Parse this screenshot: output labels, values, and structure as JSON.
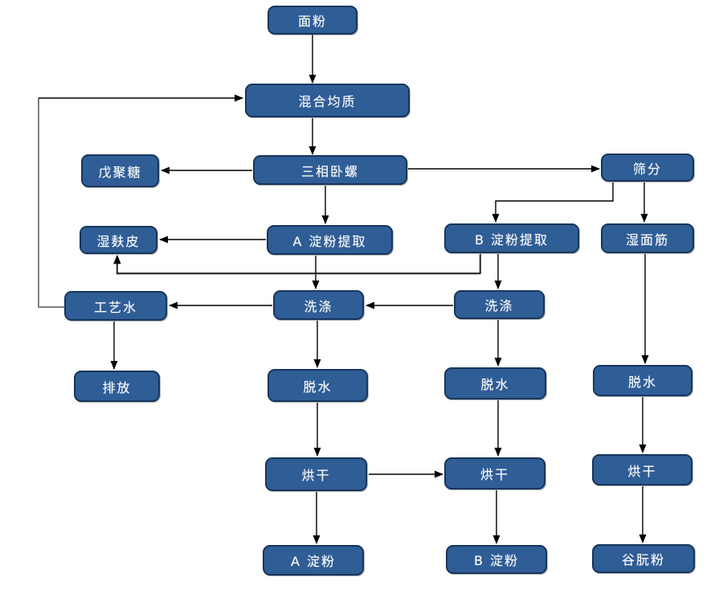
{
  "diagram": {
    "description": "wheat-starch-processing-flowchart",
    "colors": {
      "node_fill": "#2F5D96",
      "node_border": "#17365D",
      "node_text": "#FFFFFF",
      "connector": "#000000",
      "feedback_connector": "#7F7F7F",
      "background": "#FFFFFF"
    },
    "nodes": [
      {
        "id": "flour",
        "label": "面粉"
      },
      {
        "id": "mixing-homogenization",
        "label": "混合均质"
      },
      {
        "id": "three-phase-decanter",
        "label": "三相卧螺"
      },
      {
        "id": "pentosan",
        "label": "戊聚糖"
      },
      {
        "id": "sieving",
        "label": "筛分"
      },
      {
        "id": "wet-bran",
        "label": "湿麸皮"
      },
      {
        "id": "a-starch-extraction",
        "label": "A 淀粉提取"
      },
      {
        "id": "b-starch-extraction",
        "label": "B 淀粉提取"
      },
      {
        "id": "wet-gluten",
        "label": "湿面筋"
      },
      {
        "id": "process-water",
        "label": "工艺水"
      },
      {
        "id": "washing-a",
        "label": "洗涤"
      },
      {
        "id": "washing-b",
        "label": "洗涤"
      },
      {
        "id": "discharge",
        "label": "排放"
      },
      {
        "id": "dewatering-a",
        "label": "脱水"
      },
      {
        "id": "dewatering-b",
        "label": "脱水"
      },
      {
        "id": "dewatering-gluten",
        "label": "脱水"
      },
      {
        "id": "drying-a",
        "label": "烘干"
      },
      {
        "id": "drying-b",
        "label": "烘干"
      },
      {
        "id": "drying-gluten",
        "label": "烘干"
      },
      {
        "id": "a-starch",
        "label": "A 淀粉"
      },
      {
        "id": "b-starch",
        "label": "B 淀粉"
      },
      {
        "id": "gluten-powder",
        "label": "谷朊粉"
      }
    ],
    "edges": [
      {
        "from": "flour",
        "to": "mixing-homogenization"
      },
      {
        "from": "mixing-homogenization",
        "to": "three-phase-decanter"
      },
      {
        "from": "three-phase-decanter",
        "to": "pentosan"
      },
      {
        "from": "three-phase-decanter",
        "to": "sieving"
      },
      {
        "from": "three-phase-decanter",
        "to": "a-starch-extraction"
      },
      {
        "from": "sieving",
        "to": "b-starch-extraction"
      },
      {
        "from": "sieving",
        "to": "wet-gluten"
      },
      {
        "from": "a-starch-extraction",
        "to": "wet-bran"
      },
      {
        "from": "a-starch-extraction",
        "to": "washing-a"
      },
      {
        "from": "b-starch-extraction",
        "to": "wet-bran"
      },
      {
        "from": "b-starch-extraction",
        "to": "washing-b"
      },
      {
        "from": "washing-b",
        "to": "washing-a"
      },
      {
        "from": "washing-a",
        "to": "process-water"
      },
      {
        "from": "process-water",
        "to": "mixing-homogenization"
      },
      {
        "from": "process-water",
        "to": "discharge"
      },
      {
        "from": "washing-a",
        "to": "dewatering-a"
      },
      {
        "from": "washing-b",
        "to": "dewatering-b"
      },
      {
        "from": "wet-gluten",
        "to": "dewatering-gluten"
      },
      {
        "from": "dewatering-a",
        "to": "drying-a"
      },
      {
        "from": "dewatering-b",
        "to": "drying-b"
      },
      {
        "from": "dewatering-gluten",
        "to": "drying-gluten"
      },
      {
        "from": "drying-a",
        "to": "drying-b"
      },
      {
        "from": "drying-a",
        "to": "a-starch"
      },
      {
        "from": "drying-b",
        "to": "b-starch"
      },
      {
        "from": "drying-gluten",
        "to": "gluten-powder"
      }
    ]
  }
}
